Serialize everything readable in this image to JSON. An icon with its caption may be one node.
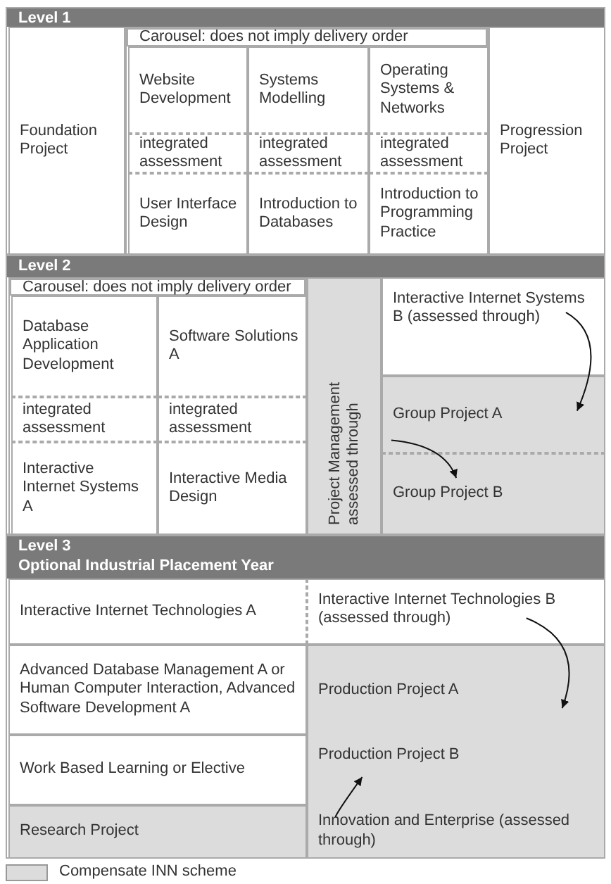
{
  "diagram": {
    "nodes": [
      {
        "text": [
          "Level 1"
        ]
      },
      {
        "text": [
          "Foundation Project"
        ],
        "in": 0
      },
      {
        "text": [
          "Carousel: does not imply delivery order"
        ],
        "in": 0
      },
      {
        "text": [
          "Website Development"
        ],
        "in": 2
      },
      {
        "text": [
          "Systems Modelling"
        ],
        "in": 2
      },
      {
        "text": [
          "Operating Systems & Networks"
        ],
        "in": 2
      },
      {
        "text": [
          "integrated assessment"
        ],
        "in": 2
      },
      {
        "text": [
          "integrated assessment"
        ],
        "in": 2
      },
      {
        "text": [
          "integrated assessment"
        ],
        "in": 2
      },
      {
        "text": [
          "User Interface Design"
        ],
        "in": 2
      },
      {
        "text": [
          "Introduction to Databases"
        ],
        "in": 2
      },
      {
        "text": [
          "Introduction to Programming Practice"
        ],
        "in": 2
      },
      {
        "text": [
          "Progression Project"
        ],
        "in": 0
      },
      {
        "text": [
          "Level 2"
        ]
      },
      {
        "text": [
          "Carousel: does not imply delivery order"
        ],
        "in": 13
      },
      {
        "text": [
          "Database Application Development"
        ],
        "in": 14
      },
      {
        "text": [
          "Software Solutions A"
        ],
        "in": 14
      },
      {
        "text": [
          "integrated assessment"
        ],
        "in": 14
      },
      {
        "text": [
          "integrated assessment"
        ],
        "in": 14
      },
      {
        "text": [
          "Interactive Internet Systems A"
        ],
        "in": 14
      },
      {
        "text": [
          "Interactive Media Design"
        ],
        "in": 14
      },
      {
        "text": [
          "Project Management assessed through"
        ],
        "in": 13
      },
      {
        "text": [
          "Interactive Internet Systems B (assessed through)"
        ],
        "in": 13
      },
      {
        "text": [
          "Group Project A"
        ],
        "in": 13
      },
      {
        "text": [
          "Group Project B"
        ],
        "in": 13
      },
      {
        "text": [
          "Level 3",
          "Optional Industrial Placement Year"
        ]
      },
      {
        "text": [
          "Interactive Internet Technologies A"
        ],
        "in": 25
      },
      {
        "text": [
          "Interactive Internet Technologies B (assessed through)"
        ],
        "in": 25
      },
      {
        "text": [
          "Advanced Database Management A or Human Computer Interaction, Advanced Software Development A"
        ],
        "in": 25
      },
      {
        "text": [
          "Production Project A"
        ],
        "in": 25
      },
      {
        "text": [
          "Work Based Learning or Elective"
        ],
        "in": 25
      },
      {
        "text": [
          "Production Project B"
        ],
        "in": 25
      },
      {
        "text": [
          "Research Project"
        ],
        "in": 25
      },
      {
        "text": [
          "Innovation and Enterprise (assessed through)"
        ],
        "in": 25
      }
    ],
    "edges": [
      {
        "from": 22,
        "to": 23,
        "arrow": "to"
      },
      {
        "from": 23,
        "to": 24,
        "arrow": "to"
      },
      {
        "from": 27,
        "to": 29,
        "arrow": "to"
      },
      {
        "from": 33,
        "to": 31,
        "arrow": "to"
      }
    ],
    "legend": [
      {
        "text": "Compensate INN scheme",
        "color": "#dcdcdc"
      }
    ]
  }
}
